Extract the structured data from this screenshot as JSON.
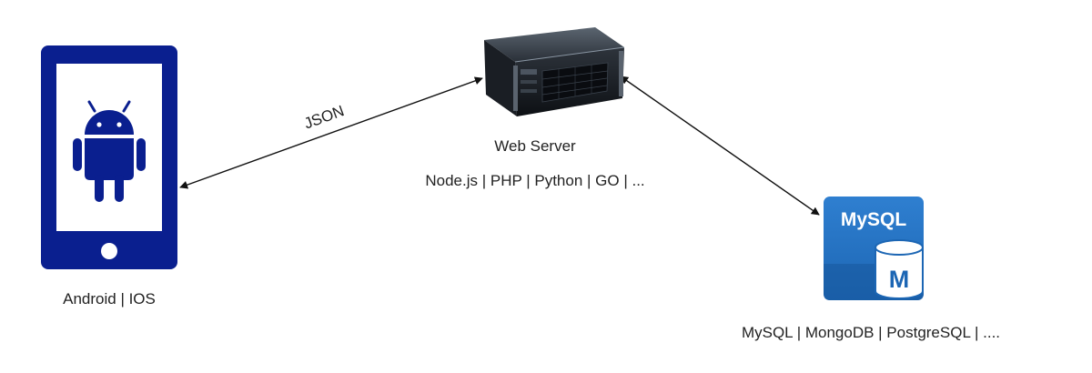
{
  "client": {
    "label": "Android | IOS",
    "icon": "android-smartphone-icon",
    "color": "#0a1f8f"
  },
  "server": {
    "title": "Web Server",
    "technologies": "Node.js | PHP | Python | GO | ...",
    "icon": "server-rack-icon"
  },
  "database": {
    "badge": "MySQL",
    "cylinder_letter": "M",
    "label": "MySQL | MongoDB | PostgreSQL | ....",
    "icon": "mysql-database-icon",
    "color": "#1f72c6"
  },
  "connections": [
    {
      "from": "client",
      "to": "server",
      "label": "JSON",
      "bidirectional": true
    },
    {
      "from": "server",
      "to": "database",
      "label": "",
      "bidirectional": true
    }
  ]
}
